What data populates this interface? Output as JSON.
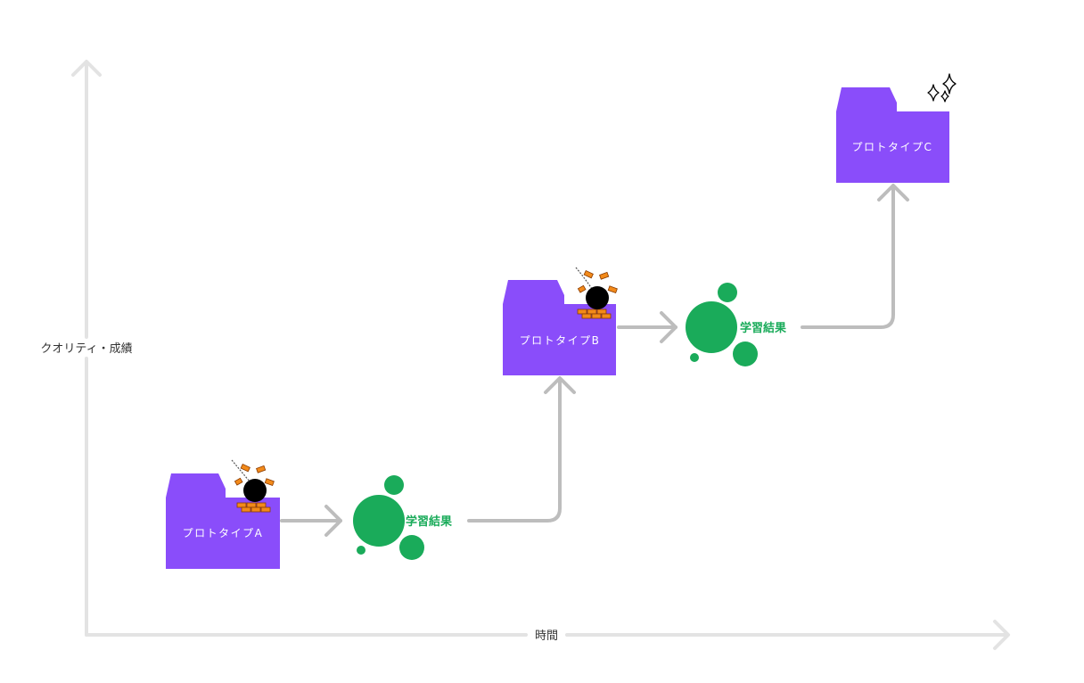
{
  "axes": {
    "y_label": "クオリティ・成績",
    "x_label": "時間"
  },
  "prototypes": [
    {
      "label": "プロトタイプA",
      "status": "broken",
      "icon": "wrecking-ball-icon"
    },
    {
      "label": "プロトタイプB",
      "status": "broken",
      "icon": "wrecking-ball-icon"
    },
    {
      "label": "プロトタイプC",
      "status": "success",
      "icon": "sparkle-icon"
    }
  ],
  "learnings": [
    {
      "label": "学習結果"
    },
    {
      "label": "学習結果"
    }
  ],
  "colors": {
    "folder": "#8a4dfa",
    "learning": "#1aab5a",
    "arrow": "#bdbdbd",
    "axis": "#e3e3e3",
    "brick": "#f28a1a",
    "ball": "#000000"
  }
}
